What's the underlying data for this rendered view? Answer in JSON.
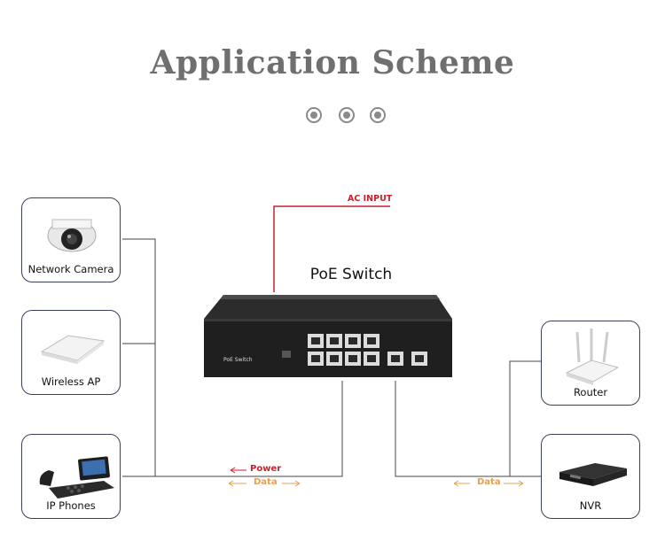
{
  "title": "Application Scheme",
  "switch": {
    "label": "PoE Switch",
    "front_text": "PoE Switch"
  },
  "ac_input": "AC INPUT",
  "devices": {
    "camera": "Network Camera",
    "ap": "Wireless AP",
    "phone": "IP Phones",
    "router": "Router",
    "nvr": "NVR"
  },
  "flow": {
    "power": "Power",
    "data_left": "Data",
    "data_right": "Data"
  },
  "colors": {
    "frame": "#3a3f5a",
    "power": "#c8202f",
    "data": "#e4a04f",
    "title": "#6f6f6f"
  }
}
